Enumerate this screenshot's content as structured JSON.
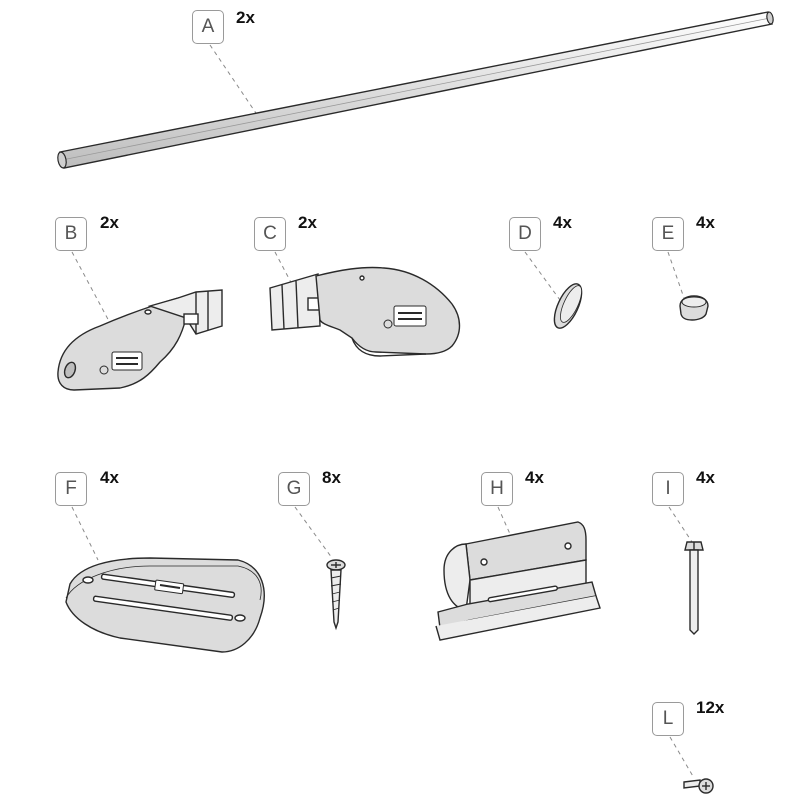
{
  "diagram": {
    "parts": [
      {
        "letter": "A",
        "qty": "2x",
        "name": "rail"
      },
      {
        "letter": "B",
        "qty": "2x",
        "name": "left-end-cap"
      },
      {
        "letter": "C",
        "qty": "2x",
        "name": "right-end-cap"
      },
      {
        "letter": "D",
        "qty": "4x",
        "name": "oval-cover"
      },
      {
        "letter": "E",
        "qty": "4x",
        "name": "plug-cap"
      },
      {
        "letter": "F",
        "qty": "4x",
        "name": "base-plate"
      },
      {
        "letter": "G",
        "qty": "8x",
        "name": "screw"
      },
      {
        "letter": "H",
        "qty": "4x",
        "name": "rail-bracket"
      },
      {
        "letter": "I",
        "qty": "4x",
        "name": "bolt"
      },
      {
        "letter": "L",
        "qty": "12x",
        "name": "small-screw"
      }
    ],
    "colors": {
      "outline": "#2a2a2a",
      "part_fill": "#dcdcdc",
      "part_light": "#ededed",
      "leader": "#8a8a8a",
      "label_border": "#9a9a9a"
    }
  }
}
